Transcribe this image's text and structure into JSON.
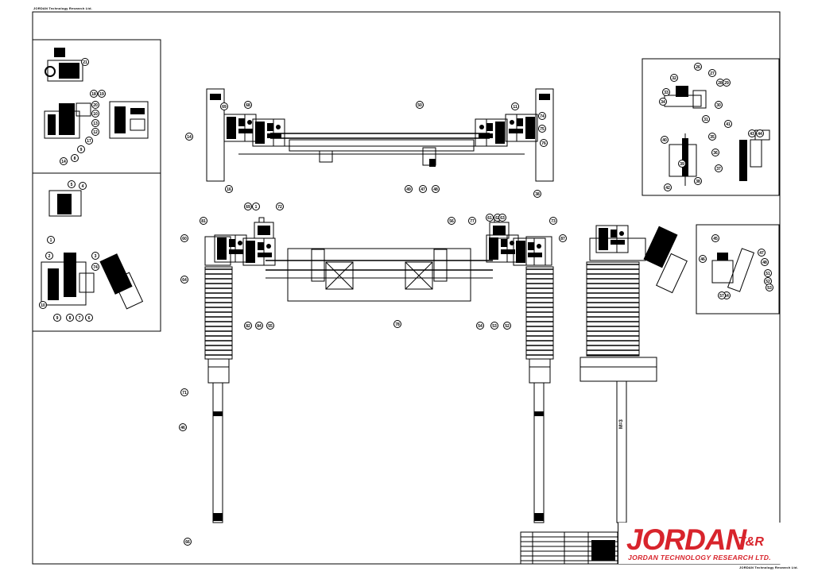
{
  "header_left": "JORDAN Technology Research Ltd.",
  "footer_right": "JORDAN Technology Research Ltd.",
  "logo": {
    "brand": "JORDAN",
    "suffix": "T&R",
    "company": "JORDAN TECHNOLOGY RESEARCH LTD."
  },
  "colors": {
    "logo_red": "#d8242c",
    "line": "#000000"
  },
  "callouts": {
    "top_view": [
      "14",
      "16",
      "69",
      "68",
      "50",
      "11",
      "74",
      "75",
      "76",
      "38",
      "49",
      "47",
      "48"
    ],
    "front_view": [
      "60",
      "69",
      "1",
      "72",
      "81",
      "64",
      "56",
      "77",
      "61",
      "62",
      "63",
      "73",
      "87",
      "82",
      "84",
      "55",
      "54",
      "53",
      "52",
      "78",
      "71",
      "46",
      "66"
    ],
    "inset_a": [
      "21",
      "18",
      "19",
      "20",
      "10",
      "13",
      "12",
      "17",
      "9",
      "8",
      "14"
    ],
    "inset_b": [
      "1",
      "2",
      "3",
      "4",
      "5",
      "6",
      "7",
      "8",
      "9",
      "10",
      "74"
    ],
    "inset_c": [
      "26",
      "27",
      "28",
      "29",
      "30",
      "31",
      "32",
      "33",
      "34",
      "35",
      "36",
      "37",
      "38",
      "39",
      "40",
      "41",
      "42",
      "43",
      "44"
    ],
    "inset_d": [
      "45",
      "46",
      "47",
      "48",
      "51",
      "52",
      "53",
      "54",
      "57"
    ]
  },
  "side_label": "M=3"
}
